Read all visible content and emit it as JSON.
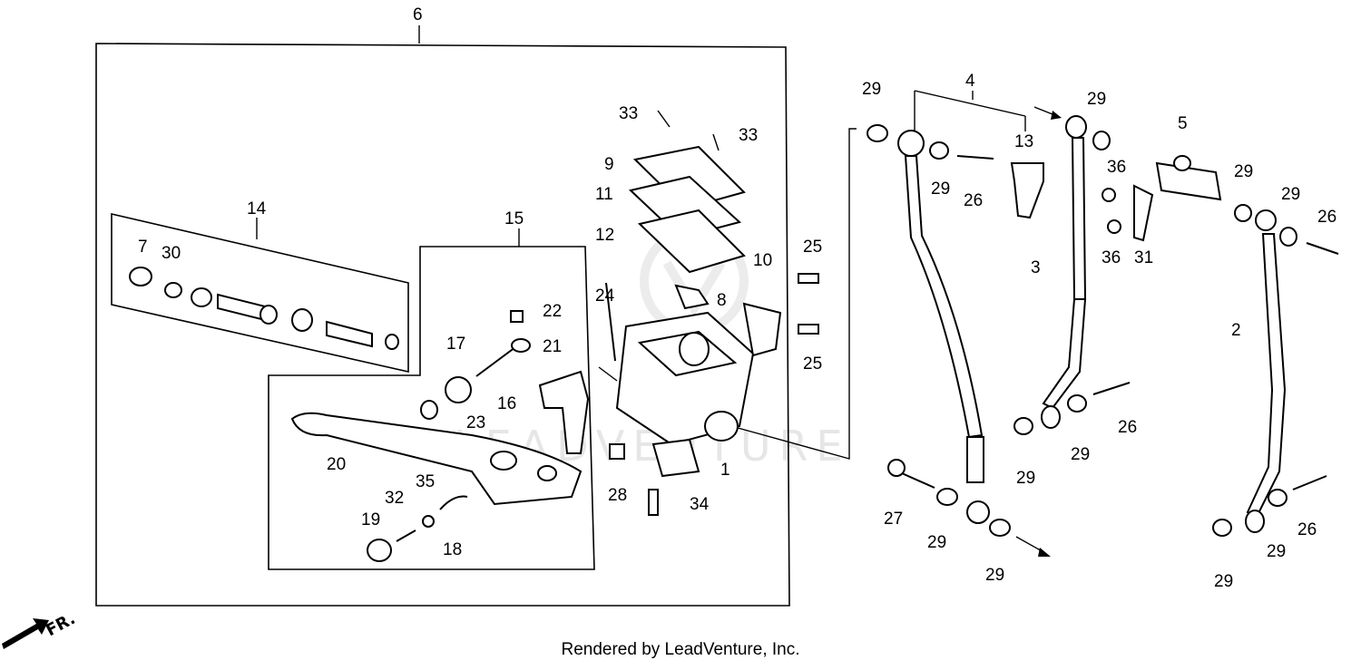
{
  "diagram": {
    "callouts": [
      {
        "id": "c6",
        "text": "6"
      },
      {
        "id": "c14",
        "text": "14"
      },
      {
        "id": "c15",
        "text": "15"
      },
      {
        "id": "c7",
        "text": "7"
      },
      {
        "id": "c30",
        "text": "30"
      },
      {
        "id": "c33a",
        "text": "33"
      },
      {
        "id": "c33b",
        "text": "33"
      },
      {
        "id": "c9",
        "text": "9"
      },
      {
        "id": "c11",
        "text": "11"
      },
      {
        "id": "c12",
        "text": "12"
      },
      {
        "id": "c10",
        "text": "10"
      },
      {
        "id": "c8",
        "text": "8"
      },
      {
        "id": "c24",
        "text": "24"
      },
      {
        "id": "c25a",
        "text": "25"
      },
      {
        "id": "c25b",
        "text": "25"
      },
      {
        "id": "c22",
        "text": "22"
      },
      {
        "id": "c21",
        "text": "21"
      },
      {
        "id": "c17",
        "text": "17"
      },
      {
        "id": "c16",
        "text": "16"
      },
      {
        "id": "c23",
        "text": "23"
      },
      {
        "id": "c20",
        "text": "20"
      },
      {
        "id": "c35",
        "text": "35"
      },
      {
        "id": "c32",
        "text": "32"
      },
      {
        "id": "c19",
        "text": "19"
      },
      {
        "id": "c18",
        "text": "18"
      },
      {
        "id": "c28",
        "text": "28"
      },
      {
        "id": "c1",
        "text": "1"
      },
      {
        "id": "c34",
        "text": "34"
      },
      {
        "id": "c29a",
        "text": "29"
      },
      {
        "id": "c4",
        "text": "4"
      },
      {
        "id": "c13",
        "text": "13"
      },
      {
        "id": "c29b",
        "text": "29"
      },
      {
        "id": "c26a",
        "text": "26"
      },
      {
        "id": "c29c",
        "text": "29"
      },
      {
        "id": "c3",
        "text": "3"
      },
      {
        "id": "c36a",
        "text": "36"
      },
      {
        "id": "c36b",
        "text": "36"
      },
      {
        "id": "c31",
        "text": "31"
      },
      {
        "id": "c5",
        "text": "5"
      },
      {
        "id": "c29d",
        "text": "29"
      },
      {
        "id": "c29e",
        "text": "29"
      },
      {
        "id": "c26b",
        "text": "26"
      },
      {
        "id": "c2",
        "text": "2"
      },
      {
        "id": "c26c",
        "text": "26"
      },
      {
        "id": "c29f",
        "text": "29"
      },
      {
        "id": "c29g",
        "text": "29"
      },
      {
        "id": "c27",
        "text": "27"
      },
      {
        "id": "c29h",
        "text": "29"
      },
      {
        "id": "c29i",
        "text": "29"
      },
      {
        "id": "c29j",
        "text": "29"
      },
      {
        "id": "c26d",
        "text": "26"
      },
      {
        "id": "c29k",
        "text": "29"
      },
      {
        "id": "c29l",
        "text": "29"
      }
    ],
    "direction_label": "FR.",
    "watermark": "LEADVENTURE"
  },
  "footer": {
    "credit": "Rendered by LeadVenture, Inc."
  }
}
